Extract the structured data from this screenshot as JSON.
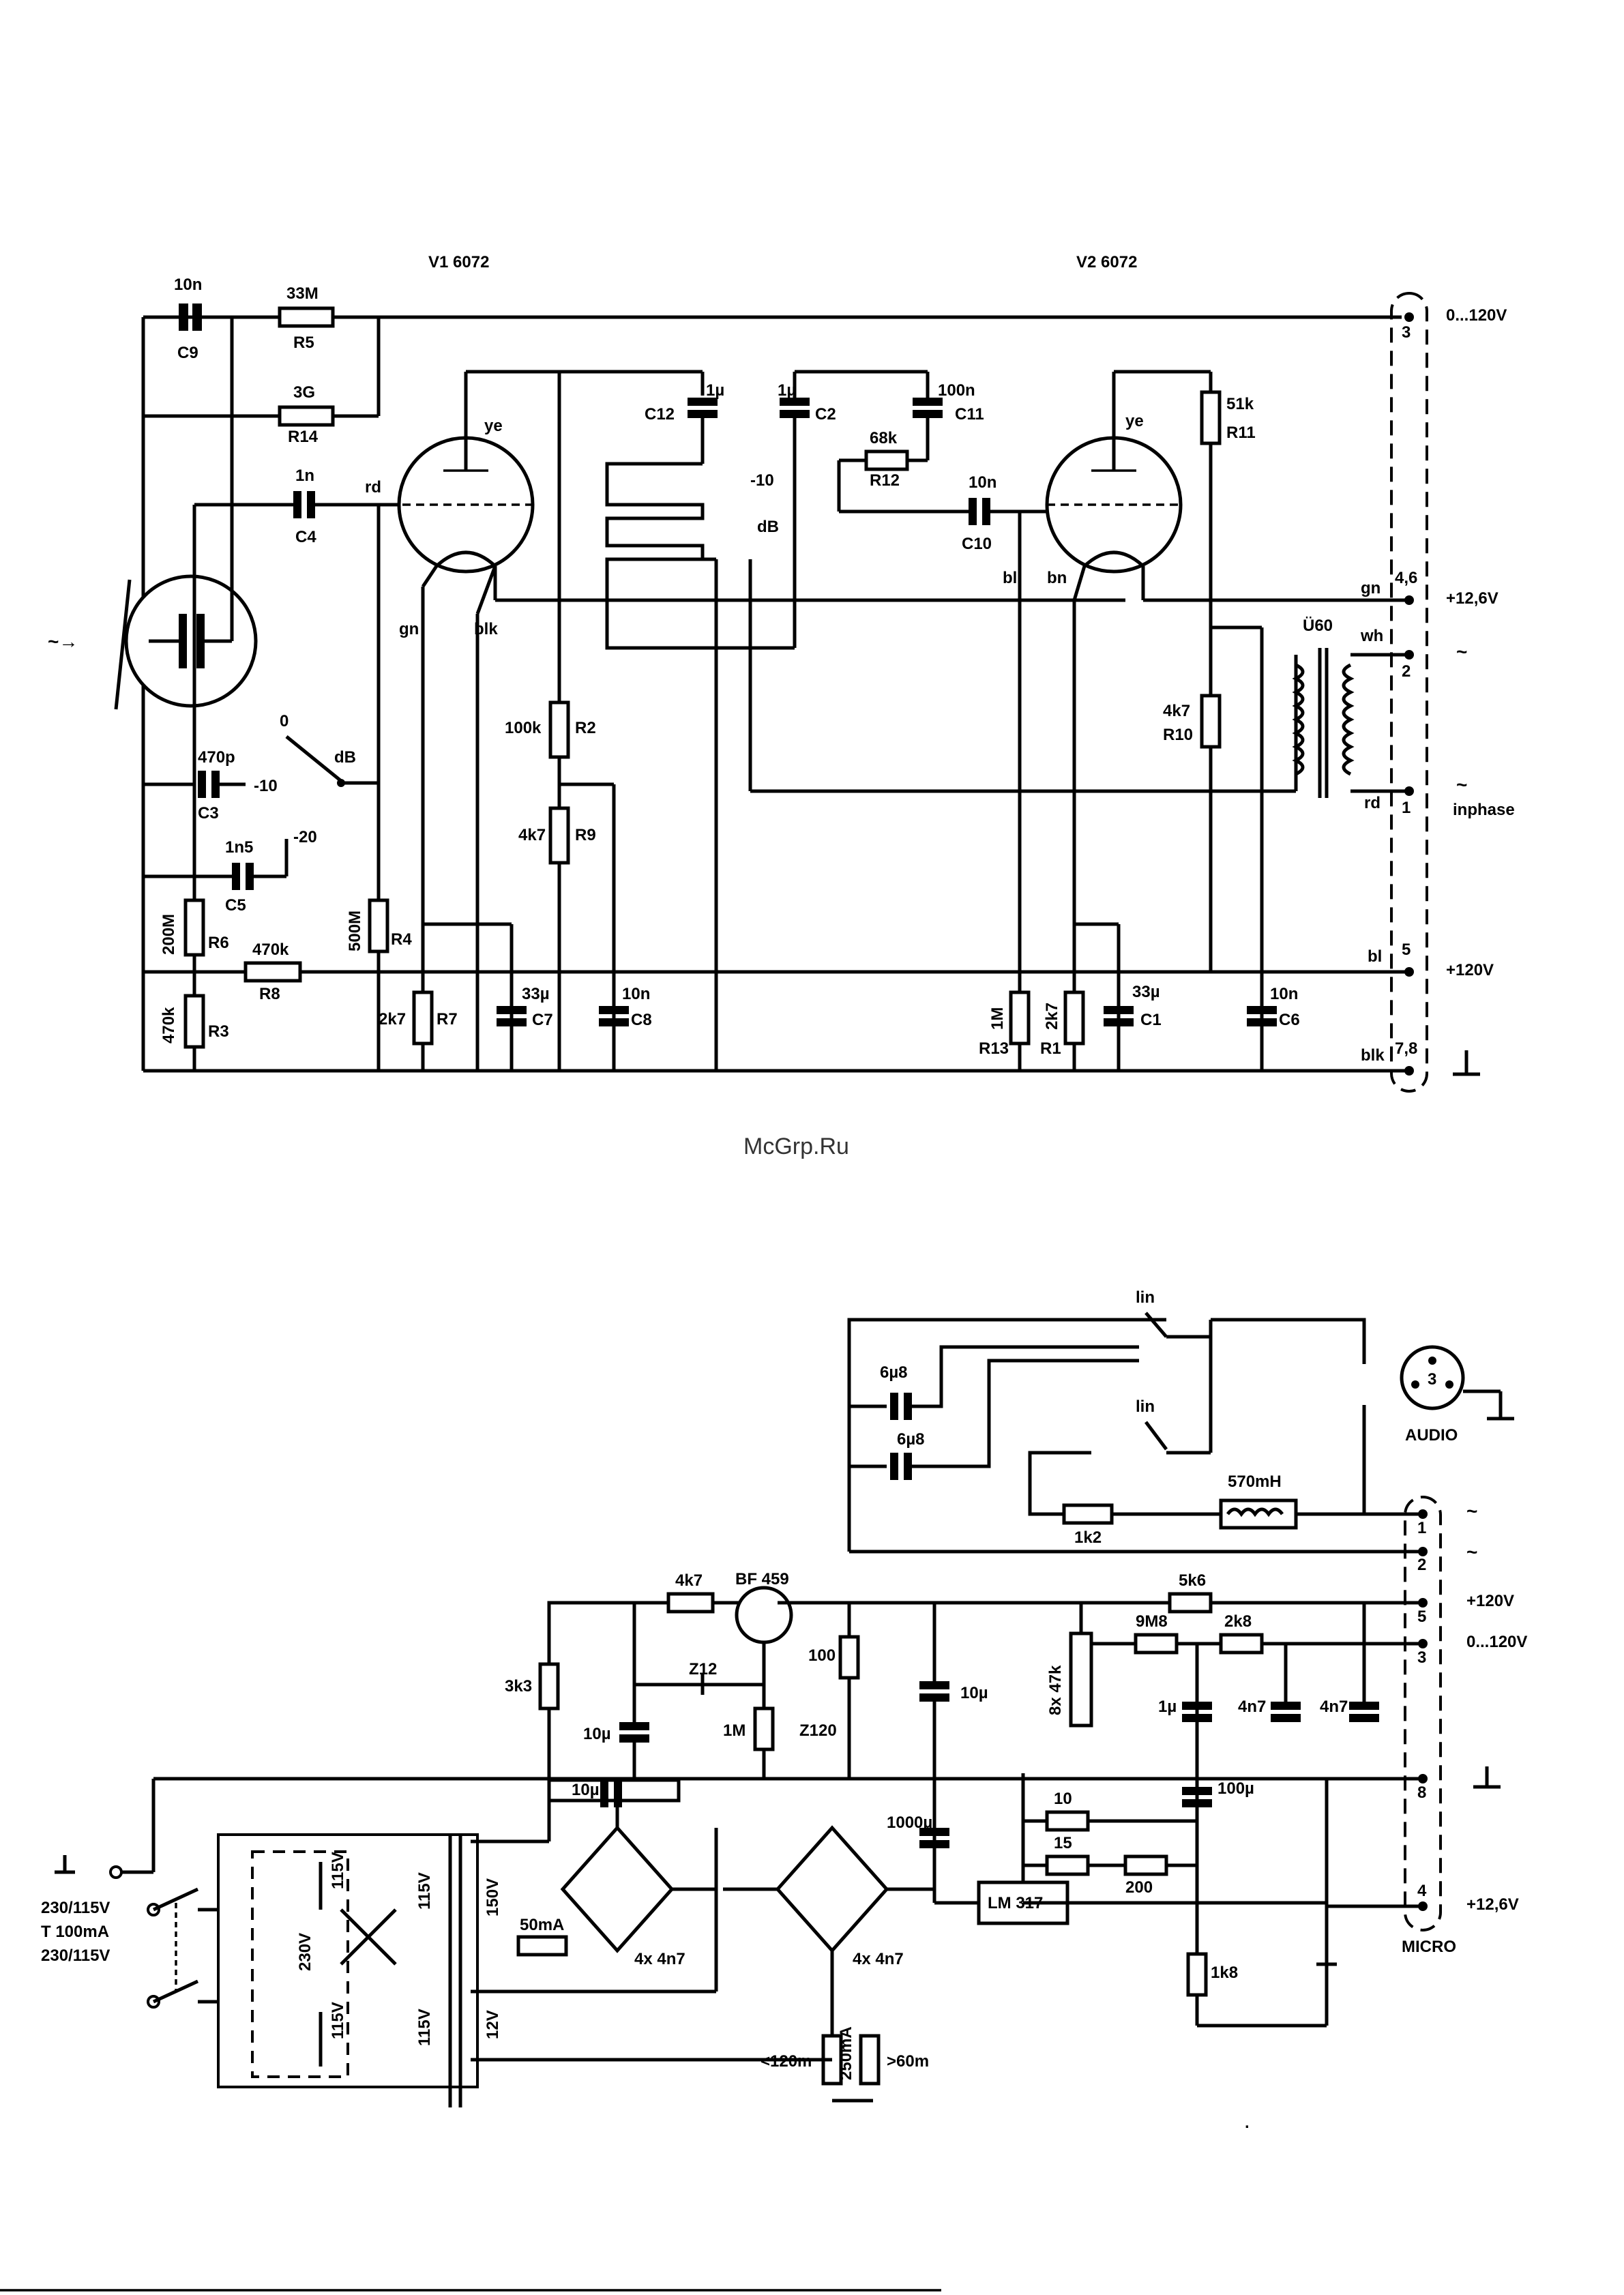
{
  "watermark": "McGrp.Ru",
  "amplifier": {
    "tube1": "V1 6072",
    "tube2": "V2 6072",
    "components": {
      "C9": "10n",
      "R5": "33M",
      "R14": "3G",
      "C4": "1n",
      "C3": "470p",
      "C5": "1n5",
      "R6": "200M",
      "R3": "470k",
      "R8": "470k",
      "R4": "500M",
      "R7": "2k7",
      "R2": "100k",
      "R9": "4k7",
      "C7": "33µ",
      "C8": "10n",
      "C12": "1µ",
      "C2": "1µ",
      "C11": "100n",
      "R12": "68k",
      "C10": "10n",
      "R11": "51k",
      "R10": "4k7",
      "R13": "1M",
      "R1": "2k7",
      "C1": "33µ",
      "C6": "10n"
    },
    "switch": {
      "top": "0",
      "name": "dB",
      "left": "-10",
      "right": "-20"
    },
    "switch2": {
      "a": "-10",
      "b": "dB"
    },
    "wire_labels": {
      "rd1": "rd",
      "gn": "gn",
      "bk": "blk",
      "ws": "wh",
      "bl": "bl",
      "bn": "bn",
      "ye": "ye",
      "gn2": "gn",
      "bl2": "bl",
      "rd2": "rd",
      "bk2": "blk",
      "ye2": "ye"
    },
    "transformer": "Ü60",
    "connector": {
      "pin3": "3",
      "pin3_label": "0...120V",
      "pin46": "4,6",
      "pin46_label": "+12,6V",
      "pin2": "2",
      "pin2_label": "~",
      "pin1": "1",
      "pin1_label": "~",
      "pin1_sub": "inphase",
      "pin5": "5",
      "pin5_label": "+120V",
      "pin78": "7,8"
    }
  },
  "supply": {
    "transistor": "BF 459",
    "r_base": "4k7",
    "z_diode": "Z12",
    "r_100": "100",
    "z120": "Z120",
    "r_1m": "1M",
    "r_3k3": "3k3",
    "c_10u_a": "10µ",
    "c_10u_b": "10µ",
    "c_1000u": "1000µ",
    "c_10u_main": "10µ",
    "r_5k6": "5k6",
    "r_9m8": "9M8",
    "r_2k8": "2k8",
    "step_switch": "8x 47k",
    "c_1u": "1µ",
    "c_4n7_a": "4n7",
    "c_4n7_b": "4n7",
    "c_100u": "100µ",
    "r_10": "10",
    "r_15": "15",
    "pot_200": "200",
    "regulator": "LM 317",
    "r_1k8": "1k8",
    "bridge1_caps": "4x 4n7",
    "bridge2_caps": "4x 4n7",
    "fuse1": "50mA",
    "fuse2": "250mA",
    "label_120m": "<120m",
    "label_60m": ">60m",
    "mains_lines": [
      "230/115V",
      "T 100mA",
      "230/115V"
    ],
    "mains_v1": "115V",
    "mains_v2": "230V",
    "mains_v3": "115V",
    "sec1": "115V",
    "sec2": "115V",
    "sec3": "150V",
    "sec4": "12V",
    "audio_top": {
      "sw": "lin",
      "cap": "6µ8",
      "res": ""
    },
    "audio_bot": {
      "sw": "lin",
      "cap": "6µ8"
    },
    "r_1k2": "1k2",
    "inductor": "570mH",
    "audio_label": "AUDIO",
    "audio_pin3": "3",
    "micro_label": "MICRO",
    "pins": {
      "p1": "1",
      "p2": "2",
      "p5": "5",
      "p3": "3",
      "p8": "8",
      "p4": "4",
      "l1": "~",
      "l2": "~",
      "l5": "+120V",
      "l3": "0...120V",
      "l4": "+12,6V"
    }
  }
}
